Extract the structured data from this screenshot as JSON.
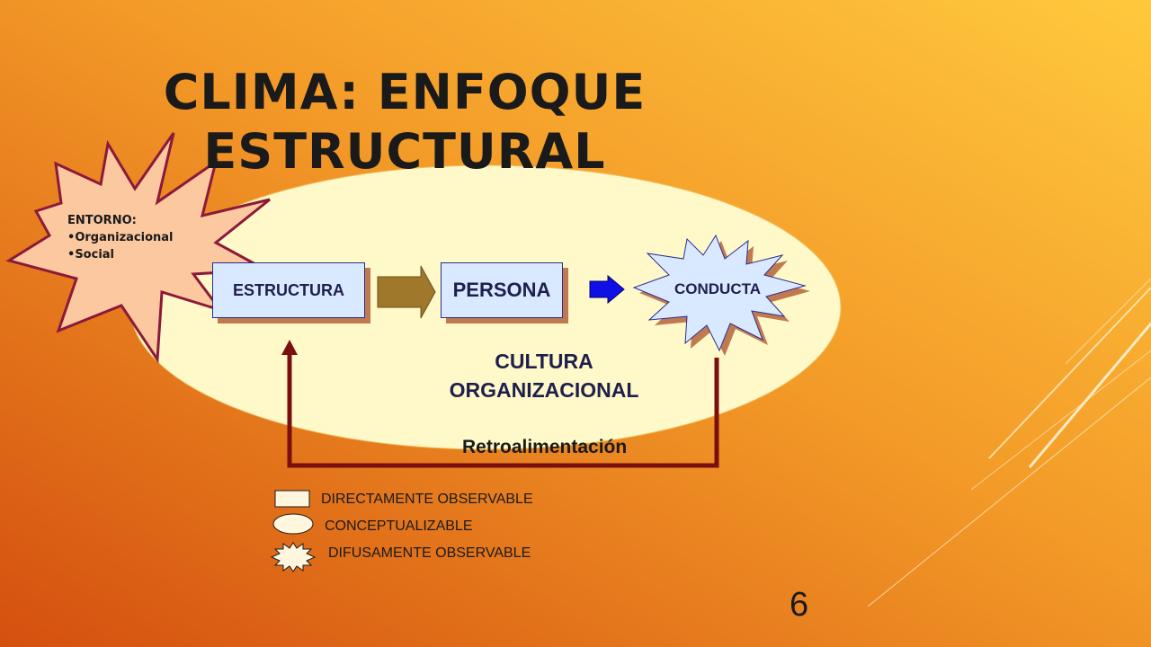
{
  "title": {
    "line1": "CLIMA: ENFOQUE",
    "line2": "ESTRUCTURAL"
  },
  "entorno": {
    "heading": "ENTORNO:",
    "items": [
      "Organizacional",
      "Social"
    ]
  },
  "nodes": {
    "estructura": "ESTRUCTURA",
    "persona": "PERSONA",
    "conducta": "CONDUCTA"
  },
  "cultura": {
    "line1": "CULTURA",
    "line2": "ORGANIZACIONAL"
  },
  "feedback_label": "Retroalimentación",
  "legend": {
    "directo": "DIRECTAMENTE OBSERVABLE",
    "conceptual": "CONCEPTUALIZABLE",
    "difuso": "DIFUSAMENTE OBSERVABLE"
  },
  "page_number": "6",
  "colors": {
    "bg_top": "#f9c74f",
    "bg_bottom": "#d94e0e",
    "ellipse": "#fff9c9",
    "feedback": "#7a0f0f",
    "box_fill": "#d9e9ff",
    "star_fill": "#fcc89f"
  }
}
